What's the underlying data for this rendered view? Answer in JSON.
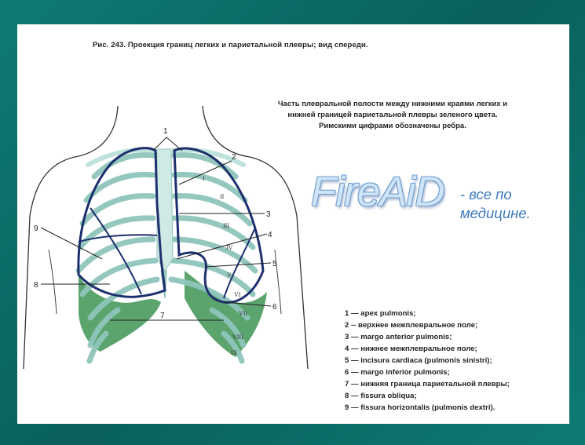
{
  "caption": "Рис. 243. Проекция границ легких и париетальной плевры; вид спереди.",
  "note": [
    "Часть плевральной полости между нижними краями легких и",
    "нижней границей париетальной плевры зеленого цвета.",
    "Римскими цифрами обозначены ребра."
  ],
  "brand": {
    "name": "FireAiD",
    "tagline_1": "- все по",
    "tagline_2": "медицине."
  },
  "legend": [
    "1 — apex pulmonis;",
    "2 -- верхнее межплевральное поле;",
    "3 — margo anterior pulmonis;",
    "4 — нижнее межплевральное поле;",
    "5 — incisura cardiaca (pulmonis sinistri);",
    "6 — margo inferior pulmonis;",
    "7 — нижняя граница париетальной плевры;",
    "8 — fissura obliqua;",
    "9 — fissura horizontalis (pulmonis dextri)."
  ],
  "diagram_labels": {
    "n1": "1",
    "n2": "2",
    "n3": "3",
    "n4": "4",
    "n5": "5",
    "n6": "6",
    "n7": "7",
    "n8": "8",
    "n9": "9"
  },
  "rib_numerals": {
    "r1": "I",
    "r2": "II",
    "r3": "III",
    "r4": "IV",
    "r5": "V",
    "r6": "VI",
    "r7": "VII",
    "r8": "VIII",
    "r9": "IX"
  },
  "colors": {
    "pleura_green": "#4a9a5e",
    "rib_fill": "#bfe3dc",
    "lung_outline": "#1d2f6e",
    "frame": "#0d6f6a"
  }
}
